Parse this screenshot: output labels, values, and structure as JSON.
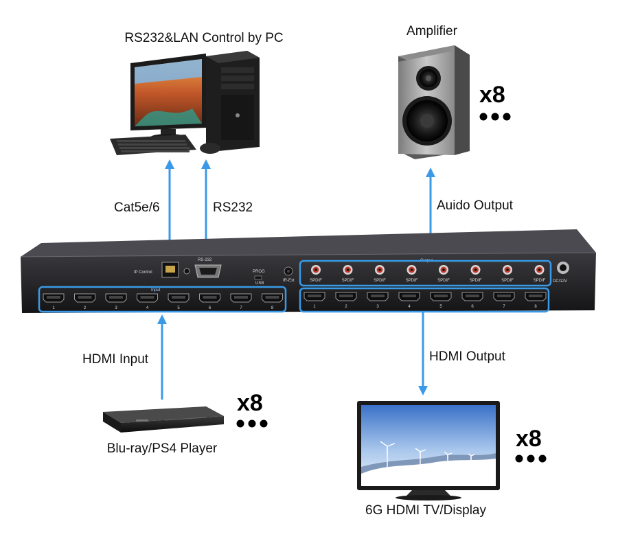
{
  "labels": {
    "pc": "RS232&LAN Control by PC",
    "amplifier": "Amplifier",
    "cat5": "Cat5e/6",
    "rs232": "RS232",
    "audio_output": "Auido Output",
    "hdmi_input": "HDMI Input",
    "hdmi_output": "HDMI Output",
    "player": "Blu-ray/PS4 Player",
    "tv": "6G HDMI TV/Display"
  },
  "multipliers": {
    "amplifier": "x8",
    "player": "x8",
    "tv": "x8"
  },
  "device_panel": {
    "ip_control": "IP Control",
    "rs232_port": "RS-232",
    "prog": "PROG",
    "usb": "USB",
    "ir_ext": "IR-Ext",
    "dc": "DC/12V",
    "input_title": "Input",
    "output_title": "Output",
    "spdif_label": "SPDIF",
    "port_numbers": [
      "1",
      "2",
      "3",
      "4",
      "5",
      "6",
      "7",
      "8"
    ]
  },
  "colors": {
    "accent": "#3a9ae8"
  }
}
